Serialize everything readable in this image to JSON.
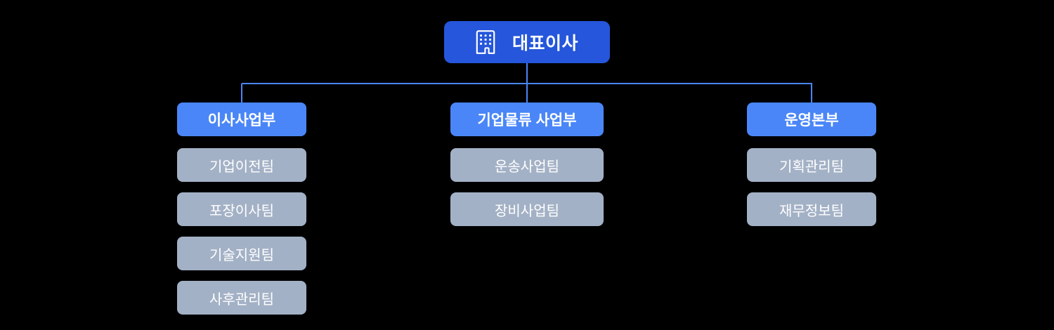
{
  "chart": {
    "type": "org-chart",
    "background_color": "#000000",
    "colors": {
      "root": "#2556DB",
      "division": "#4A86F7",
      "team": "#A3B1C6",
      "connector": "#4A86F7",
      "text": "#FFFFFF"
    },
    "root": {
      "label": "대표이사",
      "icon": "building-icon"
    },
    "branches": [
      {
        "division": "이사사업부",
        "teams": [
          "기업이전팀",
          "포장이사팀",
          "기술지원팀",
          "사후관리팀"
        ]
      },
      {
        "division": "기업물류 사업부",
        "teams": [
          "운송사업팀",
          "장비사업팀"
        ]
      },
      {
        "division": "운영본부",
        "teams": [
          "기획관리팀",
          "재무정보팀"
        ]
      }
    ]
  }
}
